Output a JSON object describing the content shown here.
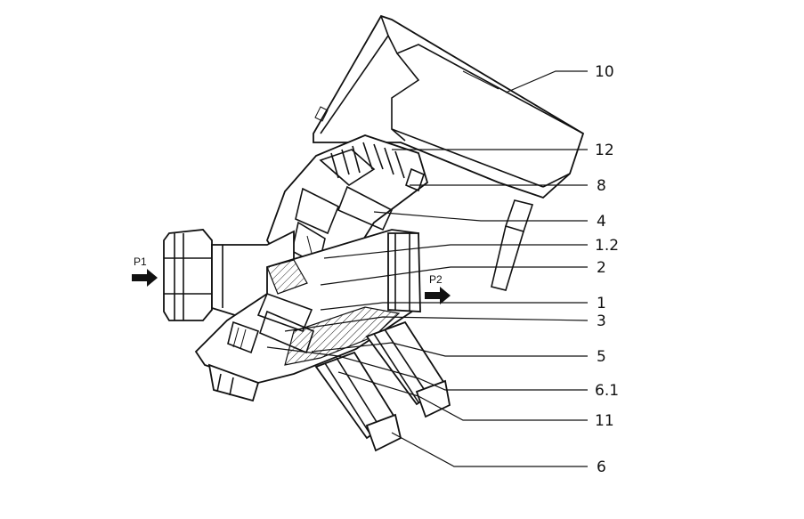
{
  "diagram": {
    "flow": {
      "inlet_label": "P1",
      "outlet_label": "P2"
    },
    "callouts": [
      {
        "id": "c10",
        "label": "10"
      },
      {
        "id": "c12",
        "label": "12"
      },
      {
        "id": "c8",
        "label": "8"
      },
      {
        "id": "c4",
        "label": "4"
      },
      {
        "id": "c1_2",
        "label": "1.2"
      },
      {
        "id": "c2",
        "label": "2"
      },
      {
        "id": "c1",
        "label": "1"
      },
      {
        "id": "c3",
        "label": "3"
      },
      {
        "id": "c5",
        "label": "5"
      },
      {
        "id": "c6_1",
        "label": "6.1"
      },
      {
        "id": "c11",
        "label": "11"
      },
      {
        "id": "c6",
        "label": "6"
      }
    ]
  }
}
